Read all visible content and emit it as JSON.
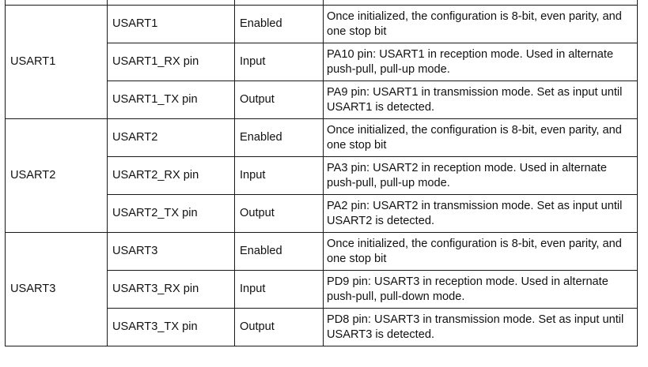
{
  "table": {
    "groups": [
      {
        "name": "USART1",
        "rows": [
          {
            "pin": "USART1",
            "direction": "Enabled",
            "description": "Once initialized, the configuration is 8-bit, even parity, and one stop bit"
          },
          {
            "pin": "USART1_RX pin",
            "direction": "Input",
            "description": "PA10 pin: USART1 in reception mode. Used in alternate push-pull, pull-up mode."
          },
          {
            "pin": "USART1_TX pin",
            "direction": "Output",
            "description": "PA9 pin: USART1 in transmission mode. Set as input until USART1 is detected."
          }
        ]
      },
      {
        "name": "USART2",
        "rows": [
          {
            "pin": "USART2",
            "direction": "Enabled",
            "description": "Once initialized, the configuration is 8-bit, even parity, and one stop bit"
          },
          {
            "pin": "USART2_RX pin",
            "direction": "Input",
            "description": "PA3 pin: USART2 in reception mode. Used in alternate push-pull, pull-up mode."
          },
          {
            "pin": "USART2_TX pin",
            "direction": "Output",
            "description": "PA2 pin: USART2 in transmission mode. Set as input until USART2 is detected."
          }
        ]
      },
      {
        "name": "USART3",
        "rows": [
          {
            "pin": "USART3",
            "direction": "Enabled",
            "description": "Once initialized, the configuration is 8-bit, even parity, and one stop bit"
          },
          {
            "pin": "USART3_RX pin",
            "direction": "Input",
            "description": "PD9 pin: USART3 in reception mode. Used in alternate push-pull, pull-down mode."
          },
          {
            "pin": "USART3_TX pin",
            "direction": "Output",
            "description": "PD8 pin: USART3 in transmission mode. Set as input until USART3 is detected."
          }
        ]
      }
    ]
  }
}
